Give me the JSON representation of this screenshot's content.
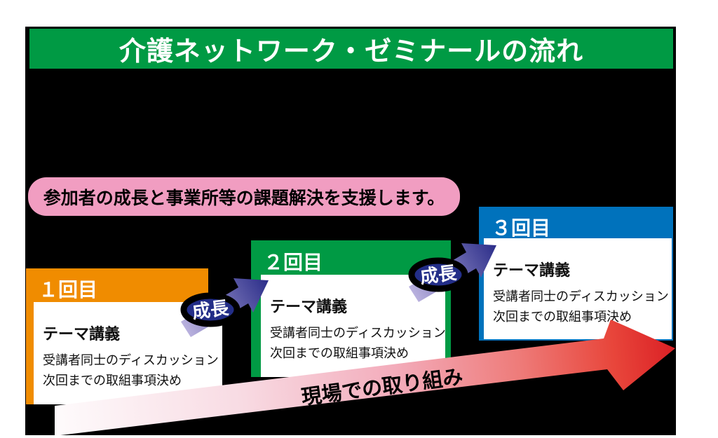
{
  "title": "介護ネットワーク・ゼミナールの流れ",
  "support_message": "参加者の成長と事業所等の課題解決を支援します。",
  "cards": [
    {
      "label": "１回目",
      "body_title": "テーマ講義",
      "body_lines": [
        "受講者同士のディスカッション",
        "次回までの取組事項決め"
      ],
      "accent_color": "#F08C00"
    },
    {
      "label": "２回目",
      "body_title": "テーマ講義",
      "body_lines": [
        "受講者同士のディスカッション",
        "次回までの取組事項決め"
      ],
      "accent_color": "#009A44"
    },
    {
      "label": "３回目",
      "body_title": "テーマ講義",
      "body_lines": [
        "受講者同士のディスカッション",
        "次回までの取組事項決め"
      ],
      "accent_color": "#0072BC"
    }
  ],
  "growth_arrows": [
    {
      "label": "成長"
    },
    {
      "label": "成長"
    }
  ],
  "field_arrow": {
    "label": "現場での取り組み"
  },
  "colors": {
    "background": "#000000",
    "title_bar": "#009A44",
    "support_box": "#F19DC1",
    "growth_badge": "#232E88",
    "growth_arrow_start": "#B9B1DE",
    "growth_arrow_end": "#2B2D89",
    "field_arrow_start": "#FEFBFC",
    "field_arrow_end": "#DB2025"
  }
}
